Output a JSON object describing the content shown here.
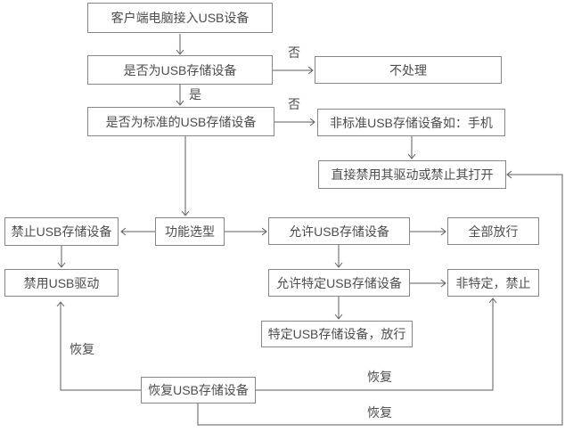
{
  "diagram": {
    "type": "flowchart",
    "title_implicit": "USB存储设备管控流程",
    "nodes": {
      "client": {
        "label": "客户端电脑接入USB设备"
      },
      "is_usb_storage": {
        "label": "是否为USB存储设备"
      },
      "no_action": {
        "label": "不处理"
      },
      "is_standard": {
        "label": "是否为标准的USB存储设备"
      },
      "non_standard": {
        "label": "非标准USB存储设备如：手机"
      },
      "disable_drive_or_open": {
        "label": "直接禁用其驱动或禁止其打开"
      },
      "function_select": {
        "label": "功能选型"
      },
      "forbid_usb": {
        "label": "禁止USB存储设备"
      },
      "disable_usb_driver": {
        "label": "禁用USB驱动"
      },
      "allow_usb": {
        "label": "允许USB存储设备"
      },
      "allow_all": {
        "label": "全部放行"
      },
      "allow_specific": {
        "label": "允许特定USB存储设备"
      },
      "non_specific_forbid": {
        "label": "非特定，禁止"
      },
      "specific_pass": {
        "label": "特定USB存储设备，放行"
      },
      "restore_usb": {
        "label": "恢复USB存储设备"
      }
    },
    "edge_labels": {
      "no_top": "否",
      "yes_mid": "是",
      "no_mid": "否",
      "restore_left": "恢复",
      "restore_mid": "恢复",
      "restore_bottom": "恢复"
    },
    "colors": {
      "background": "#ffffff",
      "box_border": "#878787",
      "line": "#5e5e5e",
      "text": "#4d4d4d"
    }
  }
}
